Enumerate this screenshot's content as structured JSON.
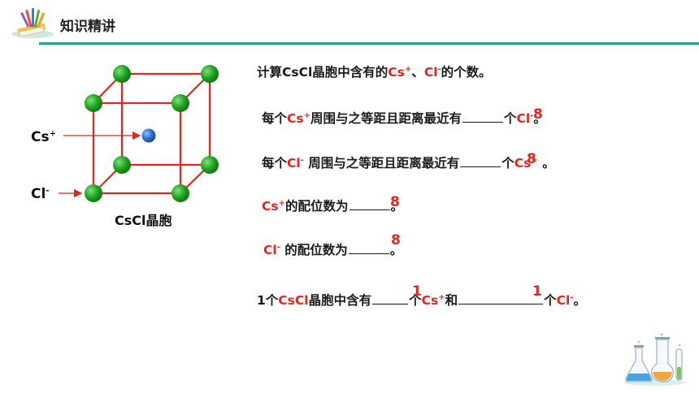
{
  "header": {
    "title": "知识精讲"
  },
  "diagram": {
    "cs_label": "Cs",
    "cs_charge": "+",
    "cl_label": "Cl",
    "cl_charge": "-",
    "caption": "CsCl晶胞"
  },
  "question": {
    "prefix": "计算CsCl晶胞中含有的",
    "cs": "Cs",
    "cs_charge": "+",
    "sep": "、",
    "cl": "Cl",
    "cl_charge": "-",
    "suffix": "的个数。"
  },
  "line1": {
    "prefix": "每个",
    "ion": "Cs",
    "charge": "+",
    "mid": "周围与之等距且距离最近有",
    "unit": "个",
    "ion2": "Cl",
    "charge2": "-",
    "end": "。",
    "answer": "8"
  },
  "line2": {
    "prefix": "每个",
    "ion": "Cl",
    "charge": "-",
    "mid": " 周围与之等距且距离最近有",
    "unit": "个",
    "ion2": "Cs",
    "charge2": "+",
    "end": " 。",
    "answer": "8"
  },
  "line3": {
    "ion": "Cs",
    "charge": "+",
    "mid": "的配位数为",
    "end": "。",
    "answer": "8"
  },
  "line4": {
    "ion": "Cl",
    "charge": "-",
    "mid": " 的配位数为",
    "end": "。",
    "answer": "8"
  },
  "line5": {
    "prefix": "1个",
    "formula": "CsCl",
    "mid": "晶胞中含有",
    "unit1": "个",
    "ion1": "Cs",
    "charge1": "+",
    "and": "和",
    "unit2": "个",
    "ion2": "Cl",
    "charge2": "-",
    "end": "。",
    "answer1": "1",
    "answer2": "1"
  },
  "colors": {
    "accent": "#2fa58e",
    "answer": "#e8231c",
    "cl_atom": "#1fa51f",
    "cs_atom": "#2e6fd0",
    "edge": "#e8231c"
  },
  "icons": {
    "logo": "books-pencils-icon",
    "flask": "lab-flasks-icon"
  }
}
